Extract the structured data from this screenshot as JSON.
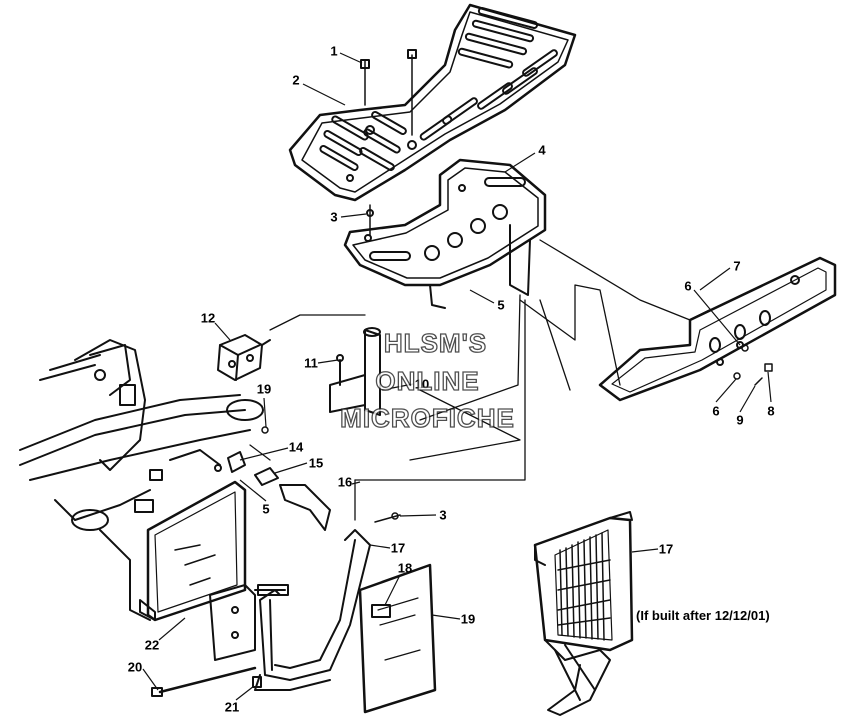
{
  "callouts": [
    "1",
    "2",
    "3",
    "4",
    "5",
    "6",
    "7",
    "8",
    "9",
    "10",
    "11",
    "12",
    "14",
    "15",
    "16",
    "17",
    "18",
    "19",
    "20",
    "21",
    "22"
  ],
  "labels": {
    "p1": "1",
    "p2": "2",
    "p3a": "3",
    "p4": "4",
    "p5a": "5",
    "p6a": "6",
    "p7": "7",
    "p8": "8",
    "p12": "12",
    "p11": "11",
    "p10": "10",
    "p19a": "19",
    "p14": "14",
    "p15": "15",
    "p16": "16",
    "p6b": "6",
    "p9": "9",
    "p5b": "5",
    "p3b": "3",
    "p17a": "17",
    "p18": "18",
    "p19b": "19",
    "p22": "22",
    "p20": "20",
    "p21": "21",
    "p17b": "17"
  },
  "note": "(If built after 12/12/01)",
  "watermark": {
    "line1": "HLSM'S",
    "line2": "ONLINE",
    "line3": "MICROFICHE"
  }
}
